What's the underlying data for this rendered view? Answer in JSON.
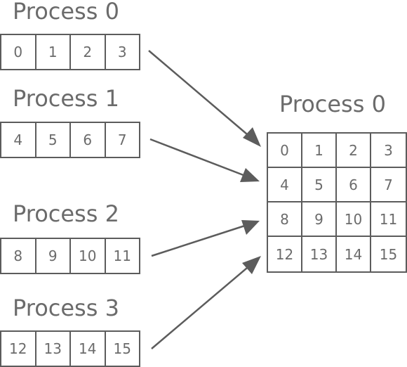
{
  "sources": [
    {
      "label": "Process 0",
      "values": [
        "0",
        "1",
        "2",
        "3"
      ]
    },
    {
      "label": "Process 1",
      "values": [
        "4",
        "5",
        "6",
        "7"
      ]
    },
    {
      "label": "Process 2",
      "values": [
        "8",
        "9",
        "10",
        "11"
      ]
    },
    {
      "label": "Process 3",
      "values": [
        "12",
        "13",
        "14",
        "15"
      ]
    }
  ],
  "target": {
    "label": "Process 0",
    "rows": [
      [
        "0",
        "1",
        "2",
        "3"
      ],
      [
        "4",
        "5",
        "6",
        "7"
      ],
      [
        "8",
        "9",
        "10",
        "11"
      ],
      [
        "12",
        "13",
        "14",
        "15"
      ]
    ]
  },
  "colors": {
    "text": "#6b6b6b",
    "stroke": "#5c5c5c"
  }
}
